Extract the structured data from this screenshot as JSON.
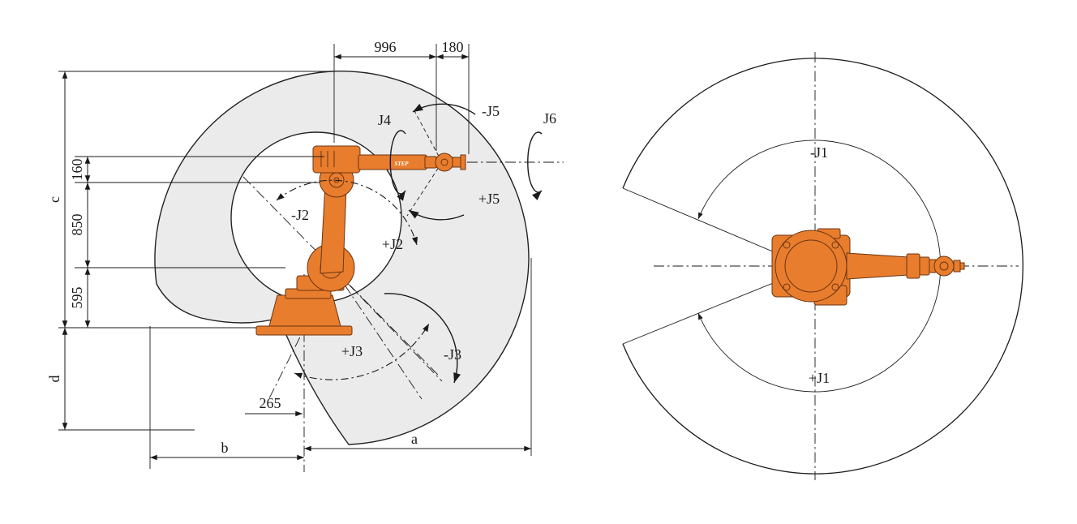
{
  "figure": {
    "type": "robot-working-range-drawing"
  },
  "colors": {
    "robot_fill": "#E87D2E",
    "robot_stroke": "#6B3410",
    "envelope_fill": "#EBEBEB",
    "line": "#1A1A1A",
    "background": "#FFFFFF"
  },
  "side_view": {
    "dims": {
      "top_main": "996",
      "top_flange": "180",
      "left_wrist": "160",
      "left_arm": "850",
      "left_base": "595",
      "bottom_offset": "265",
      "a": "a",
      "b": "b",
      "c": "c",
      "d": "d"
    },
    "joints": {
      "j4": "J4",
      "neg_j5": "-J5",
      "j6": "J6",
      "pos_j5": "+J5",
      "neg_j2": "-J2",
      "pos_j2": "+J2",
      "pos_j3": "+J3",
      "neg_j3": "-J3"
    },
    "robot_brand": "STEP"
  },
  "top_view": {
    "joints": {
      "neg_j1": "-J1",
      "pos_j1": "+J1"
    }
  }
}
